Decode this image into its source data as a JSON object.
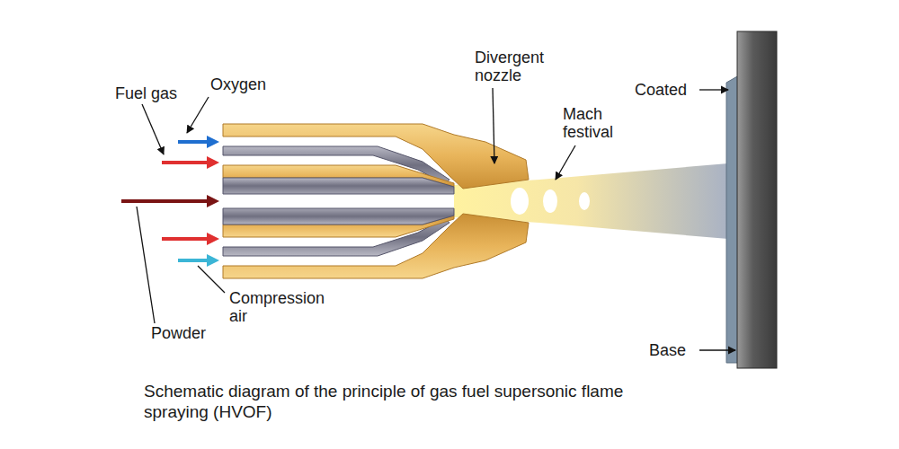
{
  "diagram": {
    "caption": "Schematic diagram of the principle of gas fuel supersonic flame spraying (HVOF)",
    "labels": [
      "Fuel gas",
      "Oxygen",
      "Divergent nozzle",
      "Mach festival",
      "Coated",
      "Compression air",
      "Powder",
      "Base"
    ]
  }
}
